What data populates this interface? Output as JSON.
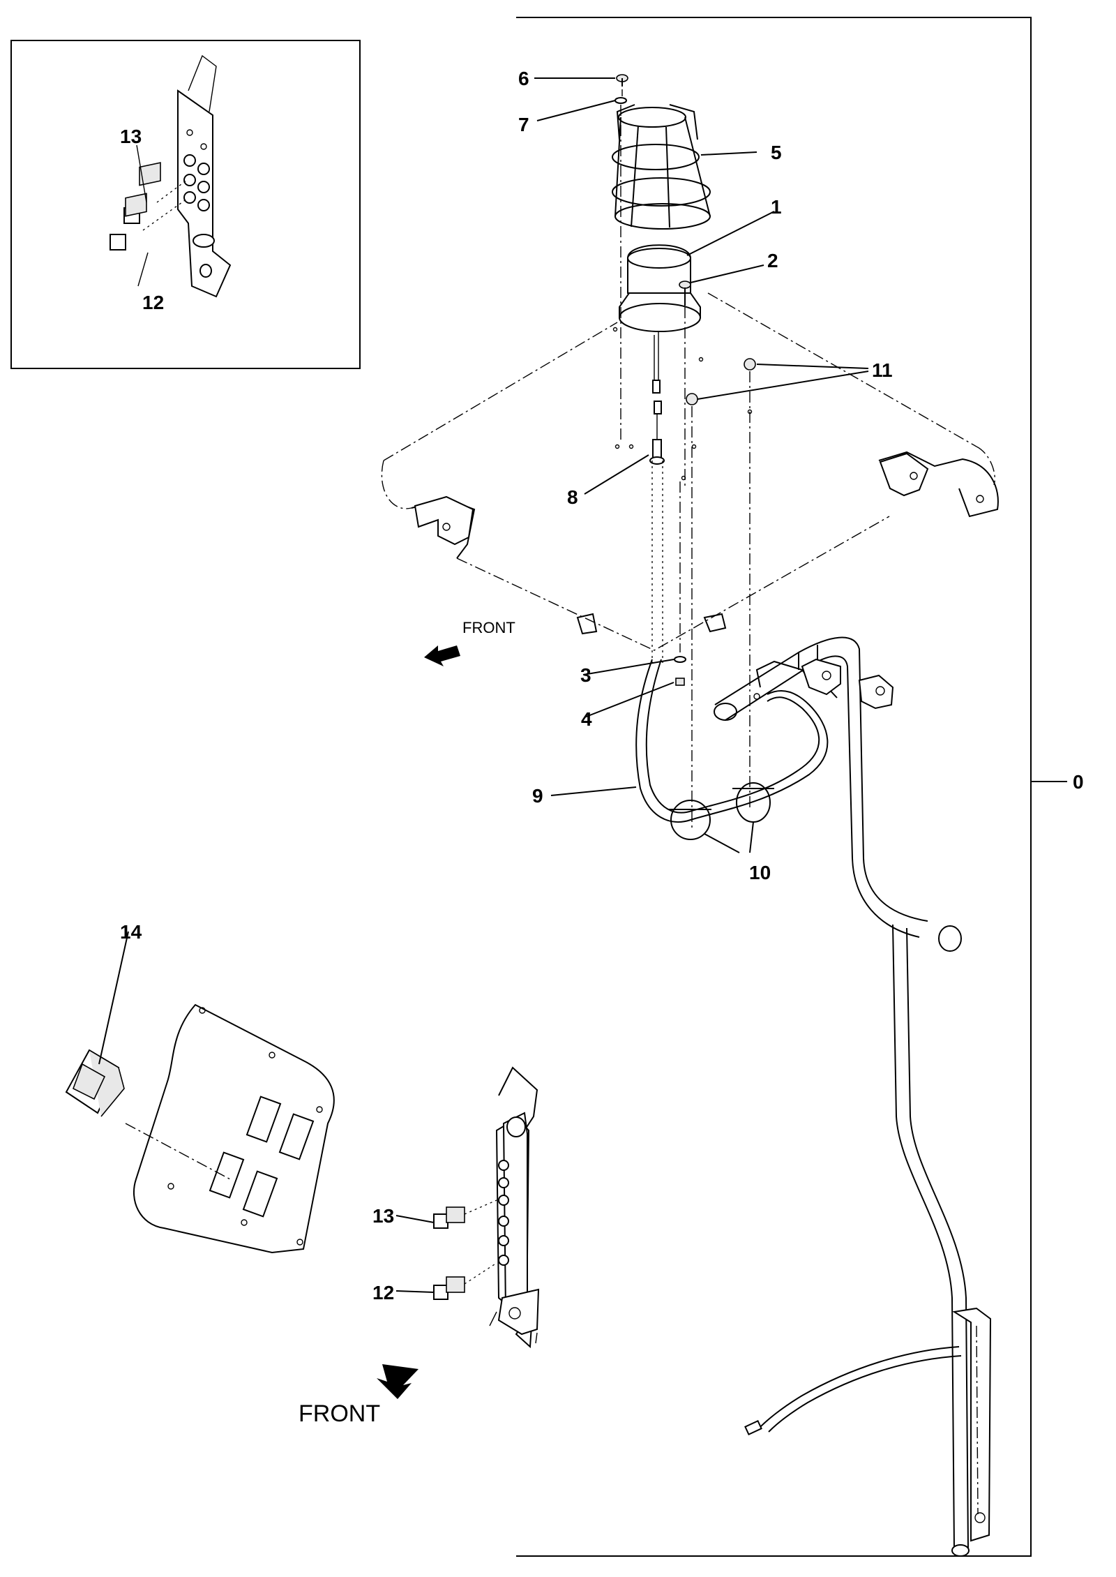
{
  "labels": {
    "lbl0": "0",
    "lbl1": "1",
    "lbl2": "2",
    "lbl3": "3",
    "lbl4": "4",
    "lbl5": "5",
    "lbl6": "6",
    "lbl7": "7",
    "lbl8": "8",
    "lbl9": "9",
    "lbl10": "10",
    "lbl11": "11",
    "lbl12": "12",
    "lbl13": "13",
    "lbl14": "14"
  },
  "front_upper": "FRONT",
  "front_lower": "FRONT"
}
